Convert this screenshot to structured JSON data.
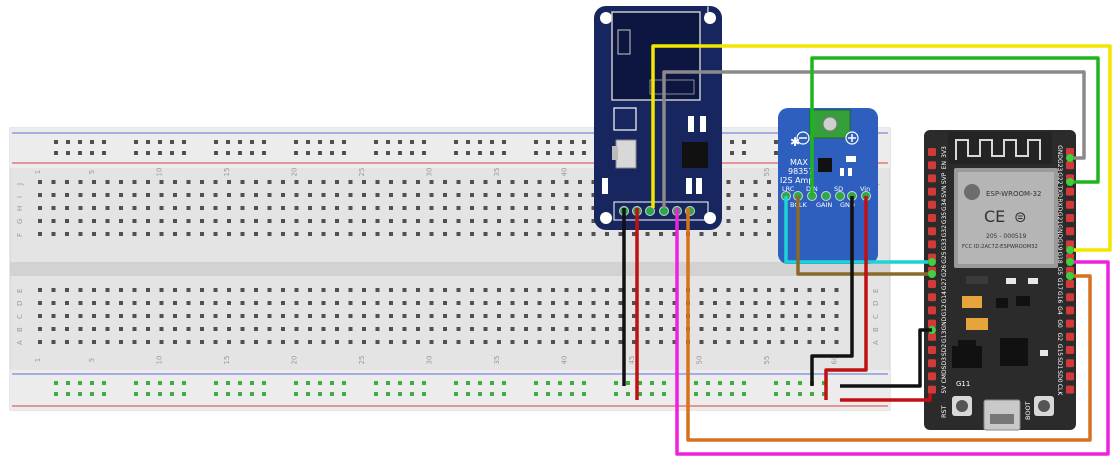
{
  "breadboard": {
    "column_numbers": [
      "1",
      "5",
      "10",
      "15",
      "20",
      "25",
      "30",
      "35",
      "40",
      "45",
      "50",
      "55",
      "60"
    ],
    "row_letters_top": [
      "J",
      "I",
      "H",
      "G",
      "F"
    ],
    "row_letters_bottom": [
      "E",
      "D",
      "C",
      "B",
      "A"
    ]
  },
  "sd_module": {
    "arrow_glyph": "↓"
  },
  "amp_module": {
    "title_lines": [
      "MAX",
      "98357",
      "I2S Amp"
    ],
    "pin_labels": [
      "LRC",
      "BCLK",
      "DIN",
      "GAIN",
      "SD",
      "GND",
      "Vin"
    ]
  },
  "esp32": {
    "module_name": "ESP-WROOM-32",
    "cert_line1": "205 - 000519",
    "cert_line2": "FCC ID:2AC7Z-ESPWROOM32",
    "left_pins": [
      "3V3",
      "EN",
      "SVP",
      "SVN",
      "G34",
      "G35",
      "G32",
      "G33",
      "G25",
      "G26",
      "G27",
      "G14",
      "G12",
      "GND",
      "G13",
      "SD2",
      "SD3",
      "CMD",
      "5V"
    ],
    "right_pins": [
      "GND",
      "G23",
      "G22",
      "TXD",
      "RXD",
      "G21",
      "GND",
      "G19",
      "G18",
      "G5",
      "G17",
      "G16",
      "G4",
      "G0",
      "G2",
      "G15",
      "SD1",
      "SD0",
      "CLK"
    ],
    "gpio_label": "G11",
    "rst_label": "RST",
    "boot_label": "BOOT"
  },
  "colors": {
    "wire_yellow": "#f2e600",
    "wire_gray": "#8a8a8a",
    "wire_green": "#1fb51f",
    "wire_cyan": "#1ed3d6",
    "wire_brown": "#8a6a2a",
    "wire_black": "#111111",
    "wire_red": "#c01010",
    "wire_magenta": "#ee22dd",
    "wire_orange": "#d8701e",
    "sd_board": "#17265e",
    "amp_board": "#2e5fbe",
    "esp_board": "#2b2b2b"
  }
}
